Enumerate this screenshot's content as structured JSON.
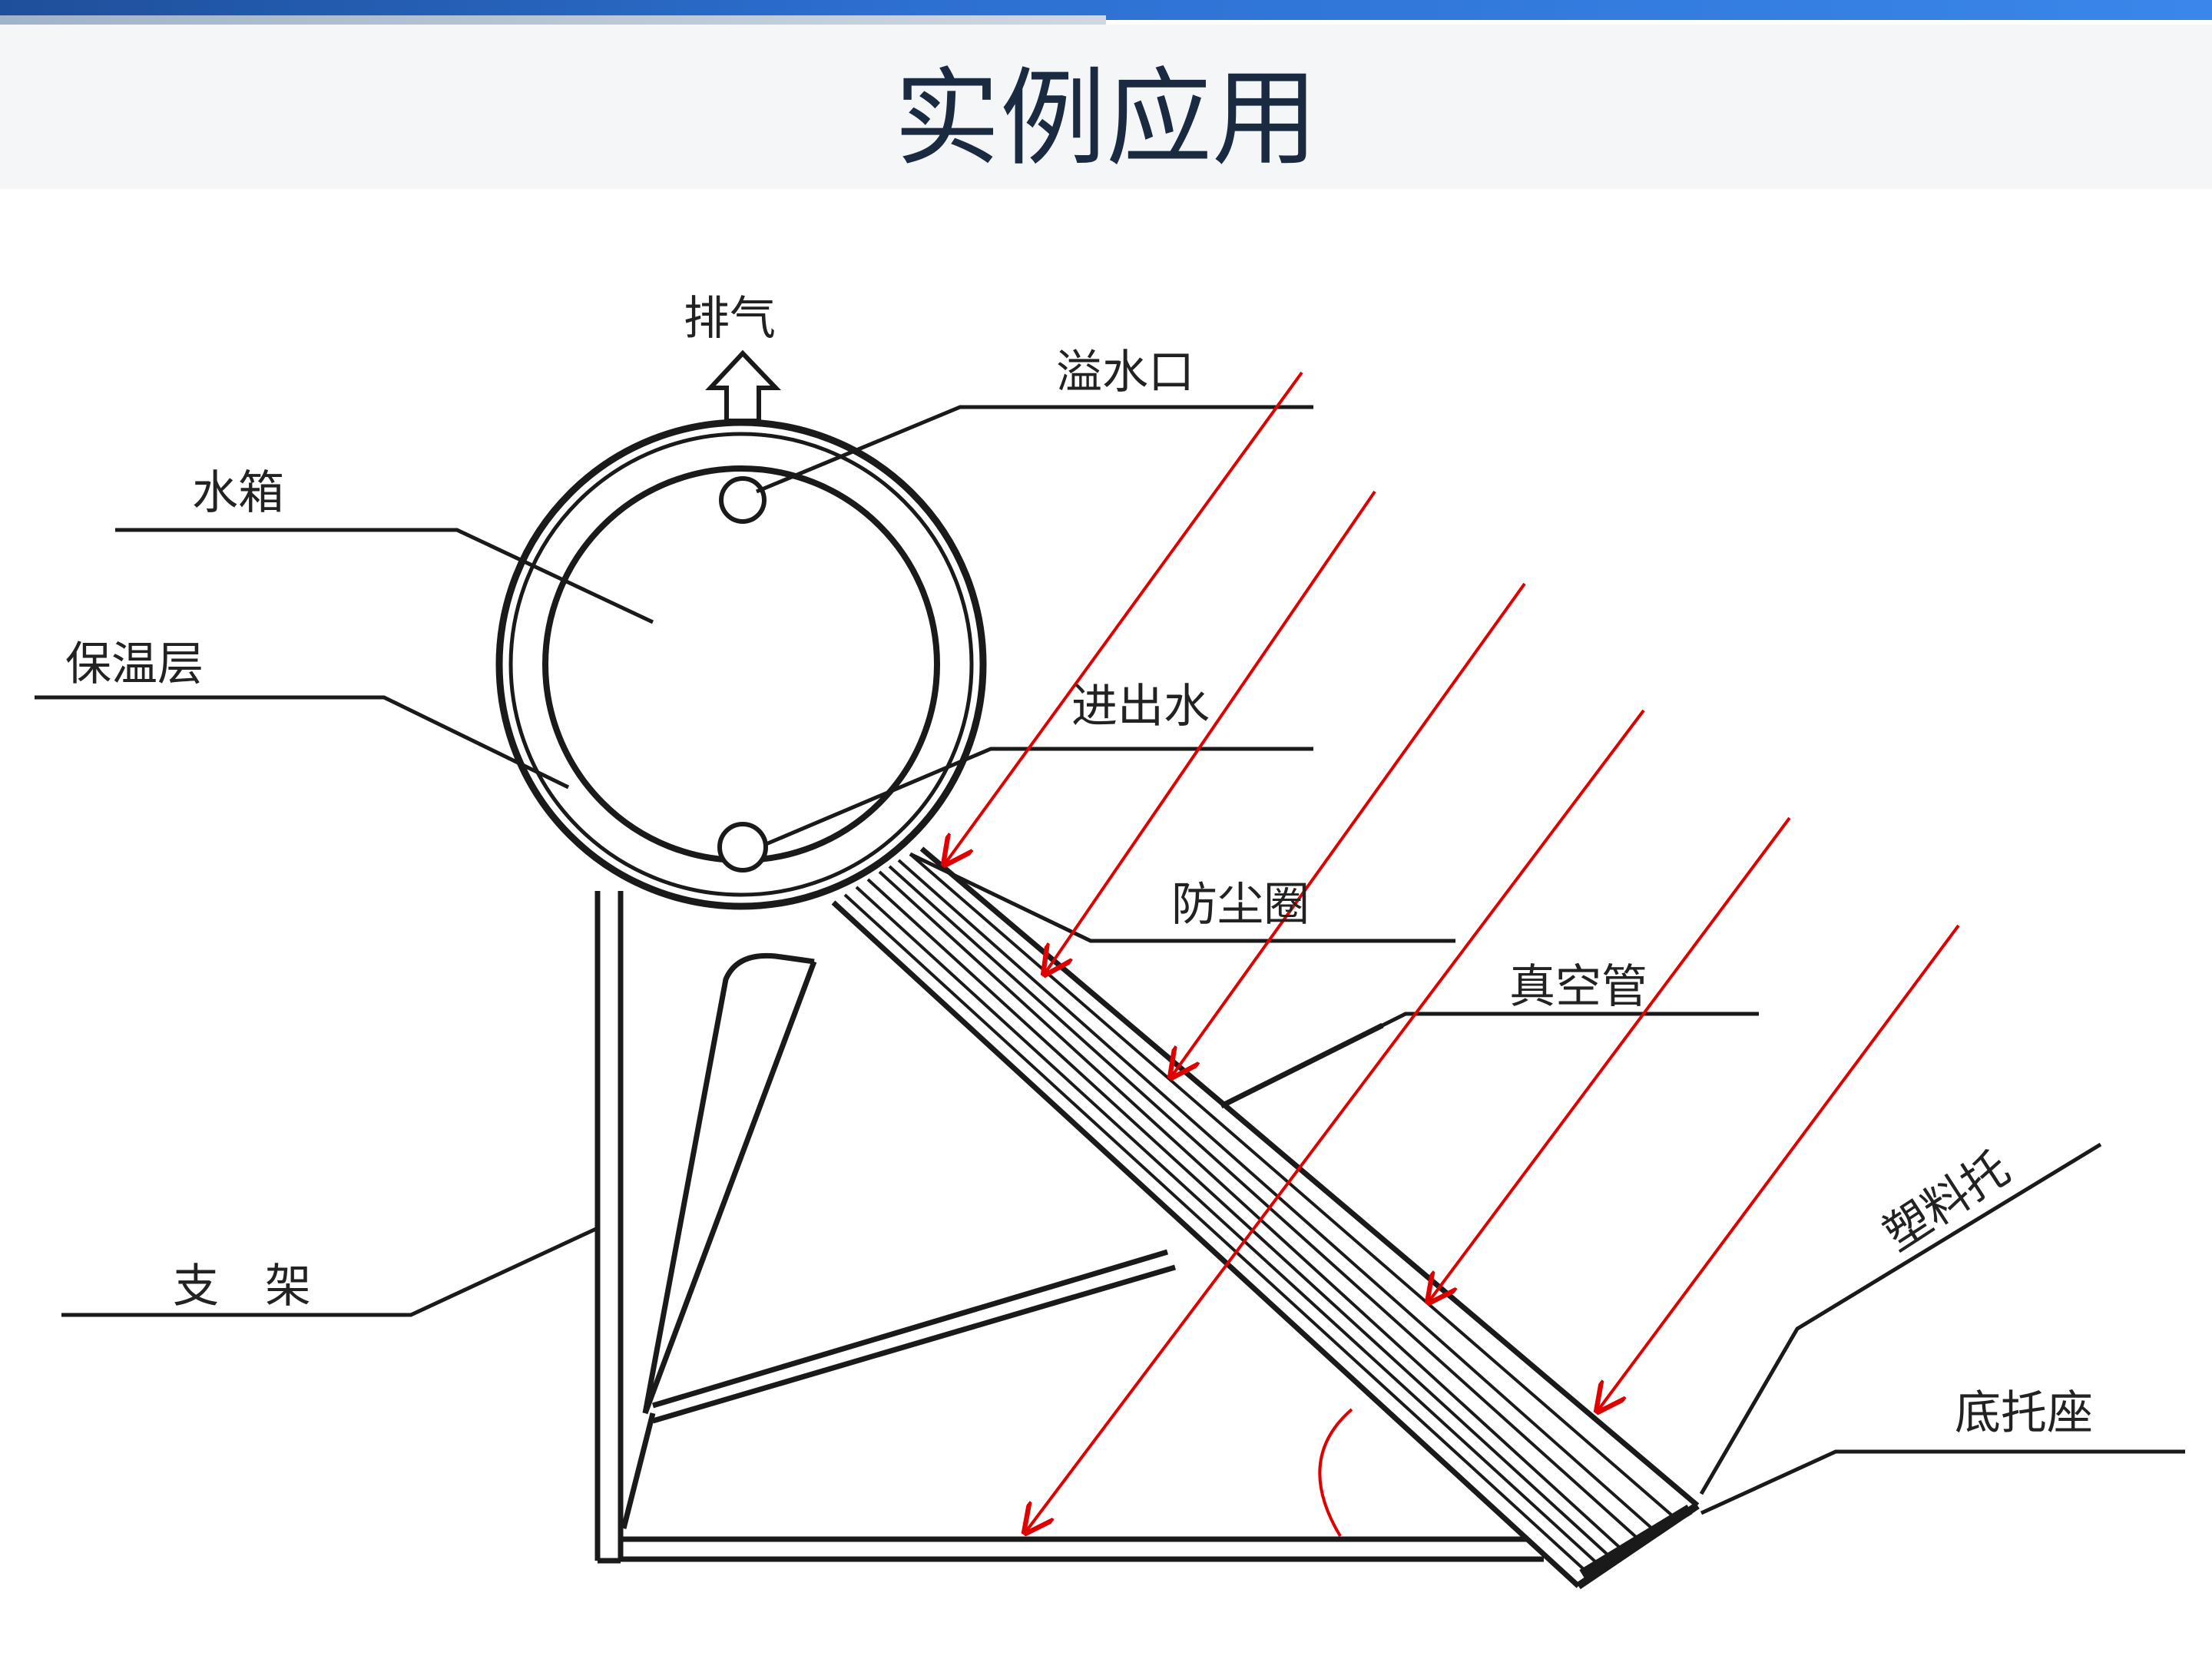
{
  "header": {
    "title": "实例应用"
  },
  "labels": {
    "exhaust": "排气",
    "overflow": "溢水口",
    "tank": "水箱",
    "insulation": "保温层",
    "inlet_outlet": "进出水",
    "dust_ring": "防尘圈",
    "vacuum_tube": "真空管",
    "plastic_holder": "塑料托",
    "base_holder": "底托座",
    "bracket": "支　架"
  },
  "colors": {
    "sun_rays": "#e00000",
    "lines": "#1a1a1a"
  }
}
